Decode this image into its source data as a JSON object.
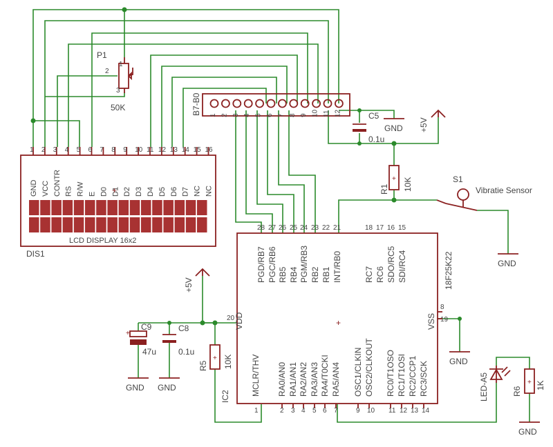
{
  "lcd": {
    "name": "DIS1",
    "caption": "LCD DISPLAY 16x2",
    "pin_numbers": [
      "1",
      "2",
      "3",
      "4",
      "5",
      "6",
      "7",
      "8",
      "9",
      "10",
      "11",
      "12",
      "13",
      "14",
      "15",
      "16"
    ],
    "pin_names": [
      "GND",
      "VCC",
      "CONTR",
      "RS",
      "R/W",
      "E",
      "D0",
      "D1",
      "D2",
      "D3",
      "D4",
      "D5",
      "D6",
      "D7",
      "NC",
      "NC"
    ]
  },
  "pot": {
    "name": "P1",
    "value": "50K",
    "pins": [
      "1",
      "2",
      "3"
    ]
  },
  "header": {
    "name": "B7-B0",
    "pin_numbers": [
      "1",
      "2",
      "3",
      "4",
      "5",
      "6",
      "7",
      "8",
      "9",
      "10",
      "11",
      "12"
    ]
  },
  "c5": {
    "name": "C5",
    "value": "0.1u"
  },
  "gnd_label": "GND",
  "vcc_label": "+5V",
  "r1": {
    "name": "R1",
    "value": "10K"
  },
  "s1": {
    "name": "S1",
    "label": "Vibratie Sensor"
  },
  "mcu": {
    "name": "IC2",
    "part": "18F25K22",
    "top_pins": [
      "28",
      "27",
      "26",
      "25",
      "24",
      "23",
      "22",
      "21",
      "18",
      "17",
      "16",
      "15"
    ],
    "top_names": [
      "PGD/RB7",
      "PGC/RB6",
      "RB5",
      "RB4",
      "PGM/RB3",
      "RB2",
      "RB1",
      "INT/RB0",
      "RC7",
      "RC6",
      "SDO/RC5",
      "SDI/RC4"
    ],
    "bottom_pins": [
      "2",
      "3",
      "4",
      "5",
      "6",
      "7",
      "9",
      "10",
      "11",
      "12",
      "13",
      "14"
    ],
    "bottom_names": [
      "RA0/AN0",
      "RA1/AN1",
      "RA2/AN2",
      "RA3/AN3",
      "RA4/T0CKI",
      "RA5/AN4",
      "OSC1/CLKIN",
      "OSC2/CLKOUT",
      "RC0/T1OSO",
      "RC1/T1OSI",
      "RC2/CCP1",
      "RC3/SCK"
    ],
    "mclr": "MCLR/THV",
    "mclr_pin": "1",
    "vdd": "VDD",
    "vdd_pin": "20",
    "vss": "VSS",
    "vss_pins": [
      "8",
      "19"
    ]
  },
  "c9": {
    "name": "C9",
    "value": "47u"
  },
  "c8": {
    "name": "C8",
    "value": "0.1u"
  },
  "r5": {
    "name": "R5",
    "value": "10K"
  },
  "led": {
    "name": "LED-A5"
  },
  "r6": {
    "name": "R6",
    "value": "1K"
  }
}
